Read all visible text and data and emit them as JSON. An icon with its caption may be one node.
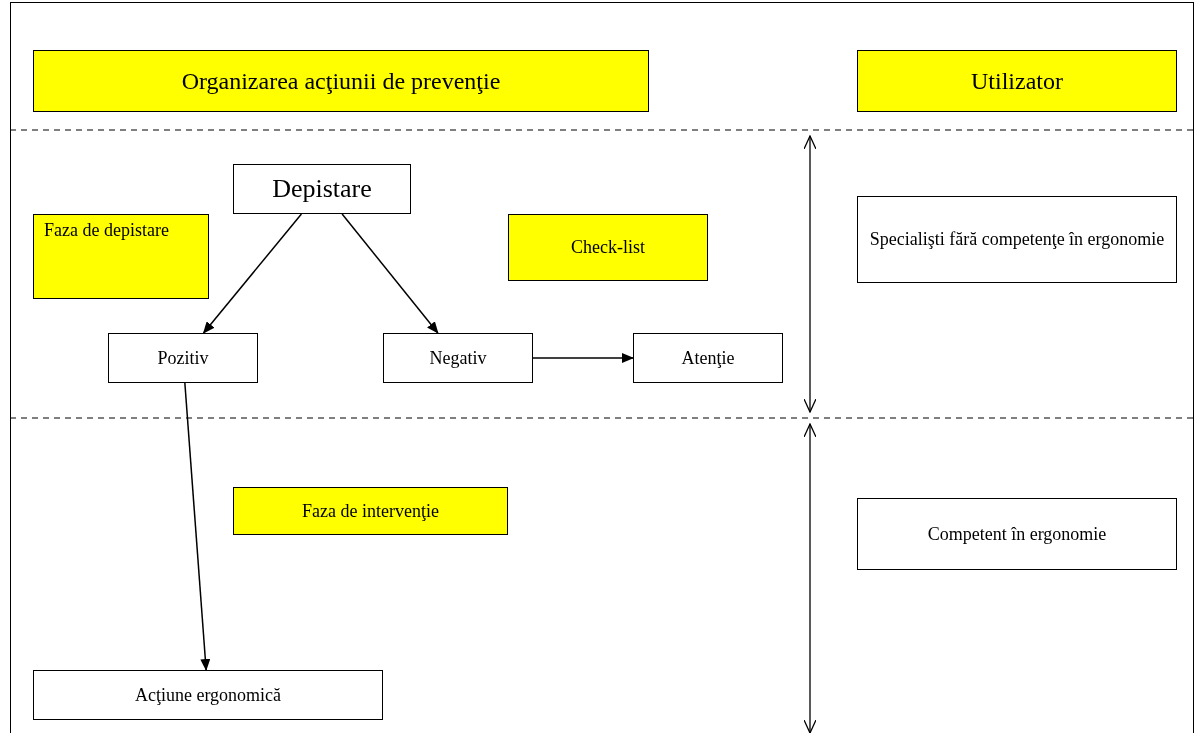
{
  "diagram": {
    "nodes": [
      {
        "text": [
          "Organizarea acţiunii de prevenţie"
        ]
      },
      {
        "text": [
          "Utilizator"
        ]
      },
      {
        "text": [
          "Depistare"
        ]
      },
      {
        "text": [
          "Faza de depistare"
        ]
      },
      {
        "text": [
          "Check-list"
        ]
      },
      {
        "text": [
          "Specialişti fără competenţe în ergonomie"
        ]
      },
      {
        "text": [
          "Pozitiv"
        ]
      },
      {
        "text": [
          "Negativ"
        ]
      },
      {
        "text": [
          "Atenţie"
        ]
      },
      {
        "text": [
          "Faza de intervenţie"
        ]
      },
      {
        "text": [
          "Competent în ergonomie"
        ]
      },
      {
        "text": [
          "Acţiune ergonomică"
        ]
      }
    ],
    "edges": [
      {
        "from": 2,
        "to": 6,
        "arrow": "to"
      },
      {
        "from": 2,
        "to": 7,
        "arrow": "to"
      },
      {
        "from": 7,
        "to": 8,
        "arrow": "to"
      },
      {
        "from": 6,
        "to": 11,
        "arrow": "to"
      }
    ]
  }
}
